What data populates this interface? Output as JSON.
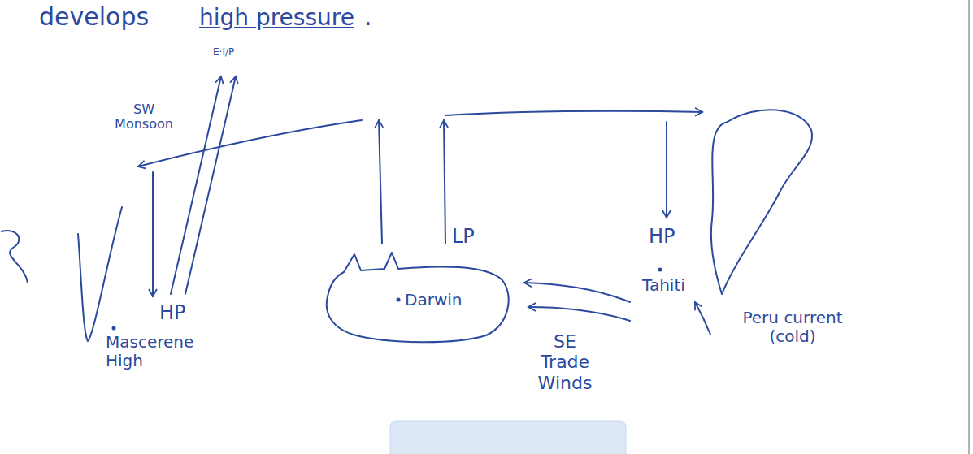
{
  "diagram": {
    "nodes": [
      {
        "text": [
          "Darwin"
        ]
      }
    ],
    "labels": [
      "develops",
      "high pressure",
      ".",
      "E·I/P",
      "SW Monsoon",
      "HP",
      "Mascerene High",
      "LP",
      "HP",
      "Tahiti",
      "SE Trade Winds",
      "Peru current (cold)"
    ]
  }
}
